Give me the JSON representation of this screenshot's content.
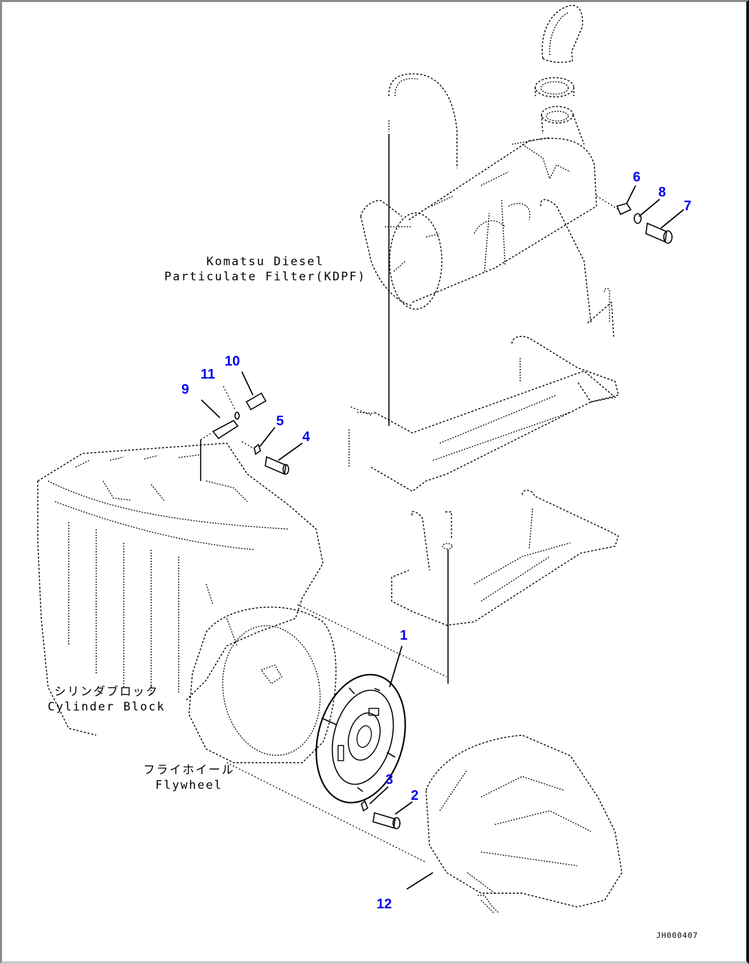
{
  "diagram": {
    "type": "exploded parts view",
    "reference_code": "JH000407",
    "labels": {
      "dpf": {
        "line1": "Komatsu Diesel",
        "line2": "Particulate Filter(KDPF)"
      },
      "cylinder_block": {
        "line1": "シリンダブロック",
        "line2": "Cylinder Block"
      },
      "flywheel": {
        "line1": "フライホイール",
        "line2": "Flywheel"
      }
    },
    "callouts": [
      {
        "id": "1",
        "part": "clutch-disc"
      },
      {
        "id": "2",
        "part": "bolt"
      },
      {
        "id": "3",
        "part": "washer"
      },
      {
        "id": "4",
        "part": "bolt"
      },
      {
        "id": "5",
        "part": "washer"
      },
      {
        "id": "6",
        "part": "clip"
      },
      {
        "id": "7",
        "part": "bolt"
      },
      {
        "id": "8",
        "part": "washer"
      },
      {
        "id": "9",
        "part": "sensor"
      },
      {
        "id": "10",
        "part": "sensor"
      },
      {
        "id": "11",
        "part": "o-ring"
      },
      {
        "id": "12",
        "part": "transmission"
      }
    ],
    "colors": {
      "callout": "#0000ee",
      "line_art": "#000000"
    }
  }
}
